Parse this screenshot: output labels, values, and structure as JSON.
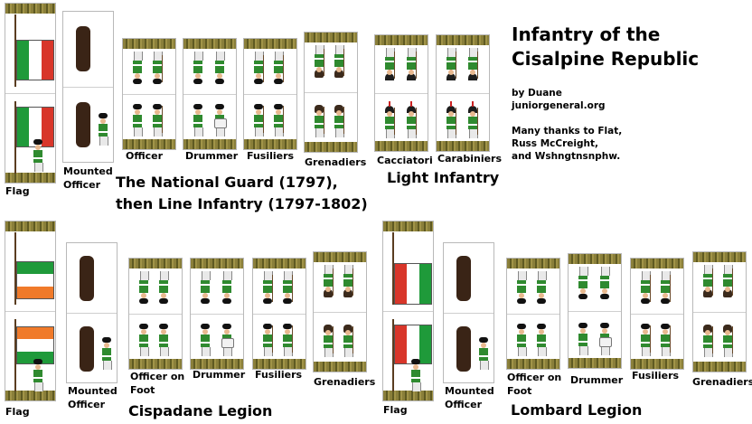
{
  "title": {
    "line1": "Infantry of the",
    "line2": "Cisalpine Republic"
  },
  "credits": {
    "author": "by Duane",
    "site": "juniorgeneral.org",
    "thanks1": "Many thanks to Flat,",
    "thanks2": "Russ McCreight,",
    "thanks3": "and Wshngtnsnphw."
  },
  "section1": {
    "heading1": "The National Guard (1797),",
    "heading2": "then Line Infantry (1797-1802)",
    "light_heading": "Light Infantry",
    "labels": {
      "flag": "Flag",
      "mounted1": "Mounted",
      "mounted2": "Officer",
      "officer": "Officer",
      "drummer": "Drummer",
      "fusiliers": "Fusiliers",
      "grenadiers": "Grenadiers",
      "cacciatori": "Cacciatori",
      "carabiniers": "Carabiniers"
    }
  },
  "section2": {
    "heading": "Cispadane Legion",
    "labels": {
      "flag": "Flag",
      "mounted1": "Mounted",
      "mounted2": "Officer",
      "officer1": "Officer on",
      "officer2": "Foot",
      "drummer": "Drummer",
      "fusiliers": "Fusiliers",
      "grenadiers": "Grenadiers"
    }
  },
  "section3": {
    "heading": "Lombard Legion",
    "labels": {
      "flag": "Flag",
      "mounted1": "Mounted",
      "mounted2": "Officer",
      "officer1": "Officer on",
      "officer2": "Foot",
      "drummer": "Drummer",
      "fusiliers": "Fusiliers",
      "grenadiers": "Grenadiers"
    }
  },
  "colors": {
    "coat_green": "#2f8a2f",
    "flag_green": "#1f9a3a",
    "flag_red": "#d8362a",
    "flag_orange": "#f07a2a"
  }
}
